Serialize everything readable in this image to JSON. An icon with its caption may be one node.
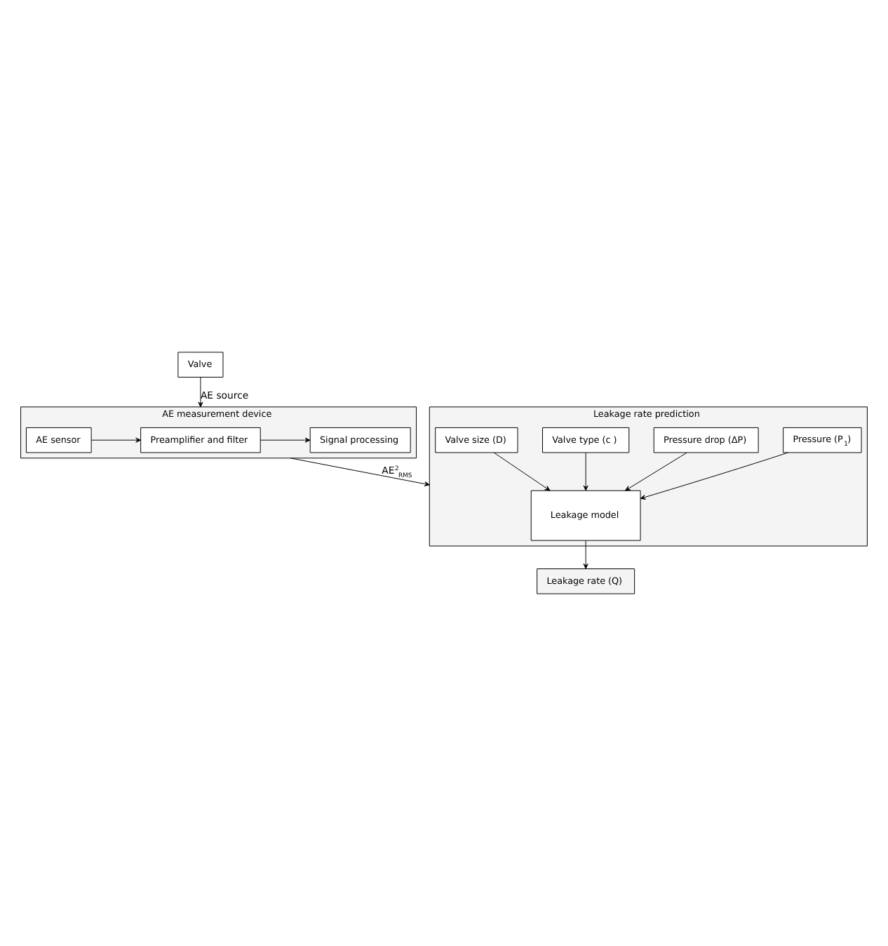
{
  "diagram": {
    "nodes": [
      {
        "text": [
          "Valve"
        ]
      },
      {
        "text": [
          "AE measurement device"
        ]
      },
      {
        "text": [
          "AE sensor"
        ],
        "in": 1
      },
      {
        "text": [
          "Preamplifier and filter"
        ],
        "in": 1
      },
      {
        "text": [
          "Signal processing"
        ],
        "in": 1
      },
      {
        "text": [
          "Leakage rate prediction"
        ]
      },
      {
        "text": [
          "Pressure (P$_{1}$)"
        ],
        "in": 5
      },
      {
        "text": [
          "Pressure drop (ΔP)"
        ],
        "in": 5
      },
      {
        "text": [
          "Leakage model"
        ],
        "in": 5
      },
      {
        "text": [
          "Valve type (c )"
        ],
        "in": 5
      },
      {
        "text": [
          "Valve size (D)"
        ],
        "in": 5
      },
      {
        "text": [
          "Leakage rate (Q)"
        ]
      }
    ],
    "edges": [
      {
        "from": 0,
        "to": 1,
        "arrow": "to",
        "label": "AE source"
      },
      {
        "from": 2,
        "to": 3,
        "arrow": "to"
      },
      {
        "from": 3,
        "to": 4,
        "arrow": "to"
      },
      {
        "from": 1,
        "to": 5,
        "arrow": "to",
        "label": "AE$^{2}$$_{RMS}$"
      },
      {
        "from": 6,
        "to": 8,
        "arrow": "to"
      },
      {
        "from": 7,
        "to": 8,
        "arrow": "to"
      },
      {
        "from": 10,
        "to": 8,
        "arrow": "to"
      },
      {
        "from": 9,
        "to": 8,
        "arrow": "to"
      },
      {
        "from": 8,
        "to": 11,
        "arrow": "to"
      }
    ]
  }
}
